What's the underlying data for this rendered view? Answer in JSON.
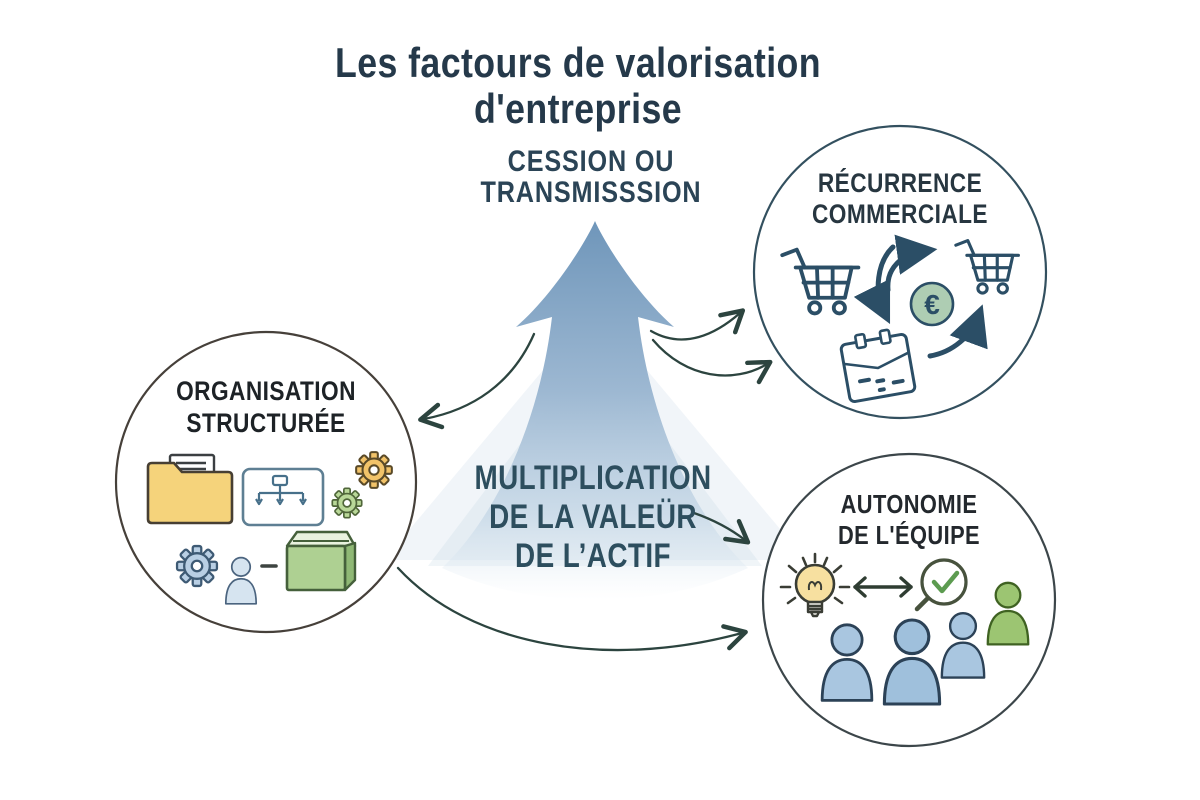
{
  "title": "Les factours de valorisation d'entreprise",
  "center_arrow": {
    "top_label_line1": "CESSION OU",
    "top_label_line2": "TRANSMISSSION",
    "core_label_line1": "MULTIPLICATION",
    "core_label_line2": "DE LA VALEÜR",
    "core_label_line3": "DE L’ACTIF"
  },
  "factors": {
    "organisation": {
      "label_line1": "ORGANISATION",
      "label_line2": "STRUCTURÉE",
      "icons": [
        "folder-icon",
        "org-chart-icon",
        "gear-orange-icon",
        "gear-green-icon",
        "gear-blue-icon",
        "person-icon",
        "minus-icon",
        "open-box-icon"
      ]
    },
    "recurrence": {
      "label_line1": "RÉCURRENCE",
      "label_line2": "COMMERCIALE",
      "euro_symbol": "€",
      "icons": [
        "shopping-cart-left-icon",
        "cycle-arrows-icon",
        "euro-coin-icon",
        "calendar-icon",
        "shopping-cart-right-icon"
      ]
    },
    "autonomie": {
      "label_line1": "AUTONOMIE",
      "label_line2": "DE L'ÉQUIPE",
      "icons": [
        "lightbulb-icon",
        "double-arrow-icon",
        "magnifier-check-icon",
        "team-icon"
      ]
    }
  },
  "colors": {
    "background": "#ffffff",
    "title_text": "#25394a",
    "top_label_text": "#2b4456",
    "core_label_text": "#2d4e5e",
    "arrow_gradient_top": "#6f96ba",
    "arrow_gradient_bottom": "#e9f1f7",
    "connector": "#2c443f",
    "icon_navy": "#2b4e66",
    "euro_coin_green": "#aecdb3",
    "folder_yellow": "#f5d37b",
    "box_green": "#aed092",
    "person_blue": "#a9c6e0",
    "person_green": "#9cc572",
    "bulb_yellow": "#f7e0a0",
    "check_green": "#5c9b50"
  }
}
